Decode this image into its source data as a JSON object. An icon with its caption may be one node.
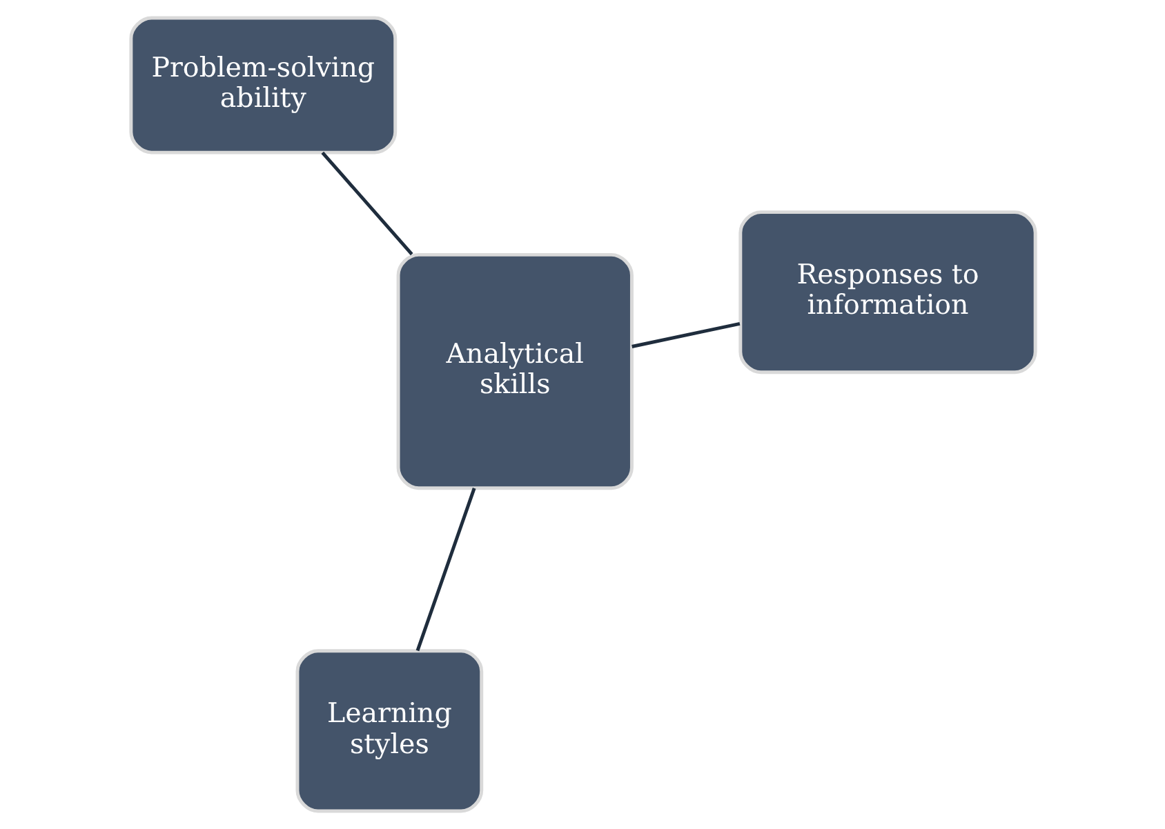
{
  "diagram": {
    "nodes": [
      {
        "text": [
          "Analytical skills"
        ]
      },
      {
        "text": [
          "Problem-solving ability"
        ]
      },
      {
        "text": [
          "Learning styles"
        ]
      },
      {
        "text": [
          "Responses to information"
        ]
      }
    ],
    "edges": [
      {
        "from": 0,
        "to": 1,
        "arrow": "none"
      },
      {
        "from": 0,
        "to": 2,
        "arrow": "none"
      },
      {
        "from": 0,
        "to": 3,
        "arrow": "none"
      }
    ]
  }
}
